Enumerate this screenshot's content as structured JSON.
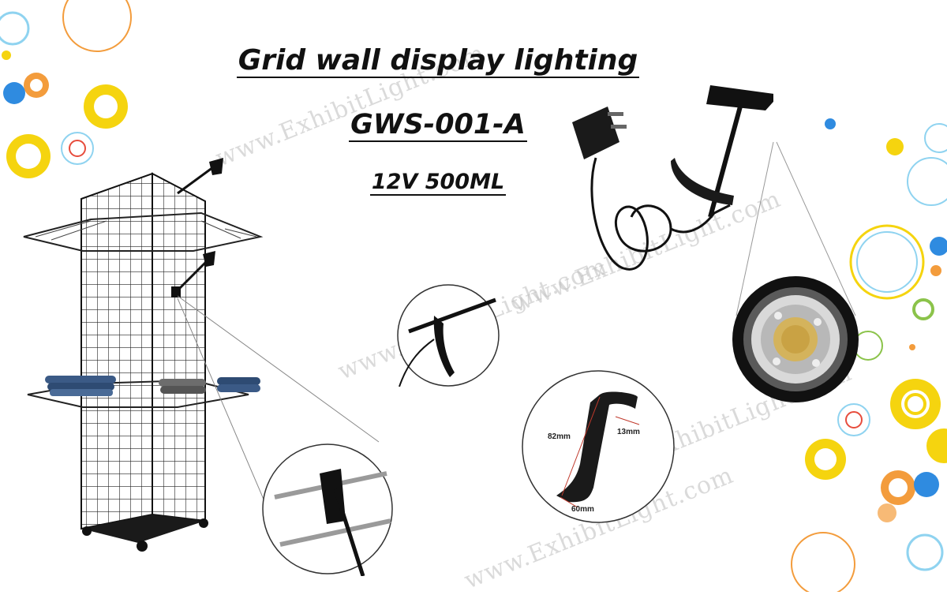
{
  "title": {
    "line1": "Grid wall display lighting",
    "line2": "GWS-001-A",
    "line3": "12V   500ML"
  },
  "watermark": {
    "text": "www.ExhibitLight.com"
  },
  "dimensions": {
    "height": "82mm",
    "width": "13mm",
    "base": "60mm"
  },
  "colors": {
    "orange": "#f39c3c",
    "yellow": "#f5d40f",
    "blue": "#2f8be0",
    "lightblue": "#8fd3f0",
    "green": "#8bc34a",
    "red": "#e74c3c",
    "product": "#1a1a1a"
  }
}
